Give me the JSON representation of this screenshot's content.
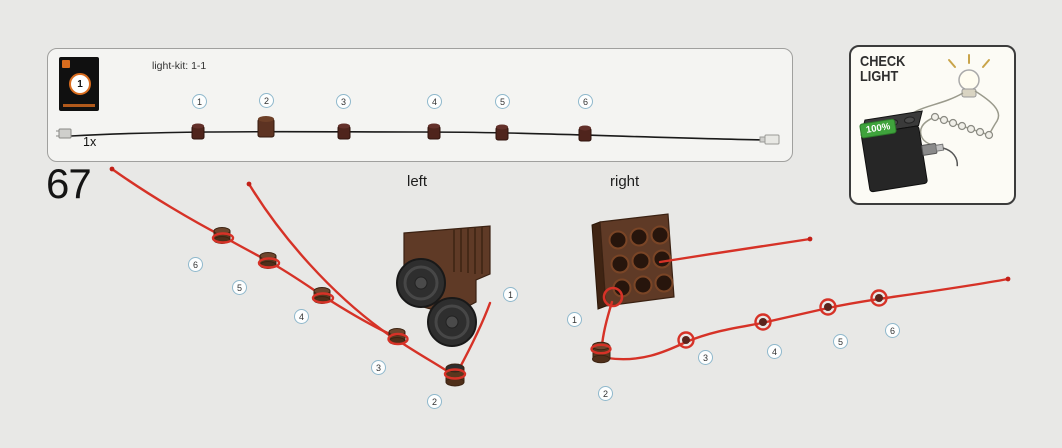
{
  "step_number": "67",
  "kit_panel": {
    "label": "light-kit: 1-1",
    "quantity": "1x",
    "package_number": "1",
    "callouts": [
      "1",
      "2",
      "3",
      "4",
      "5",
      "6"
    ]
  },
  "diagram": {
    "left_label": "left",
    "right_label": "right",
    "left_callouts": [
      "1",
      "2",
      "3",
      "4",
      "5",
      "6"
    ],
    "right_callouts": [
      "1",
      "2",
      "3",
      "4",
      "5",
      "6"
    ]
  },
  "check_panel": {
    "title_line1": "CHECK",
    "title_line2": "LIGHT",
    "battery_level": "100%"
  },
  "colors": {
    "wire_red": "#d63227",
    "wire_black": "#1a1a1a",
    "brick_brown": "#59371f",
    "callout_border": "#8fb8cc",
    "battery_badge_green": "#3fa33c",
    "package_accent_orange": "#d96c1e"
  }
}
